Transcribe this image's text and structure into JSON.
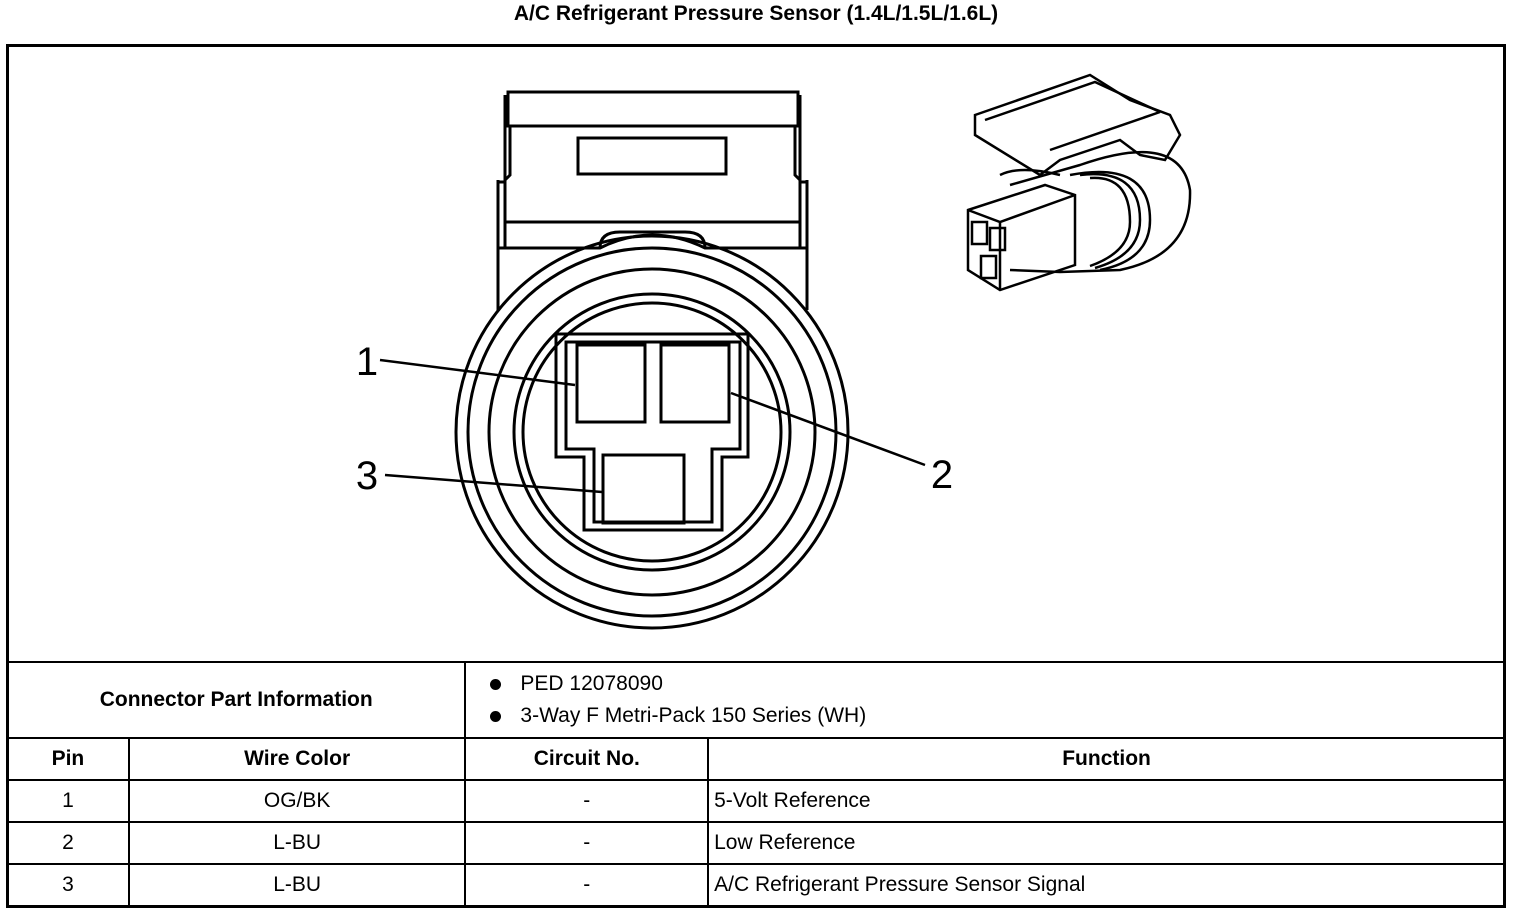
{
  "title": "A/C Refrigerant Pressure Sensor (1.4L/1.5L/1.6L)",
  "callouts": [
    "1",
    "2",
    "3"
  ],
  "connector_info": {
    "label": "Connector Part Information",
    "items": [
      "PED 12078090",
      "3-Way F Metri-Pack 150 Series (WH)"
    ]
  },
  "table": {
    "headers": [
      "Pin",
      "Wire Color",
      "Circuit No.",
      "Function"
    ],
    "rows": [
      [
        "1",
        "OG/BK",
        "-",
        "5-Volt Reference"
      ],
      [
        "2",
        "L-BU",
        "-",
        "Low Reference"
      ],
      [
        "3",
        "L-BU",
        "-",
        "A/C Refrigerant Pressure Sensor Signal"
      ]
    ]
  }
}
